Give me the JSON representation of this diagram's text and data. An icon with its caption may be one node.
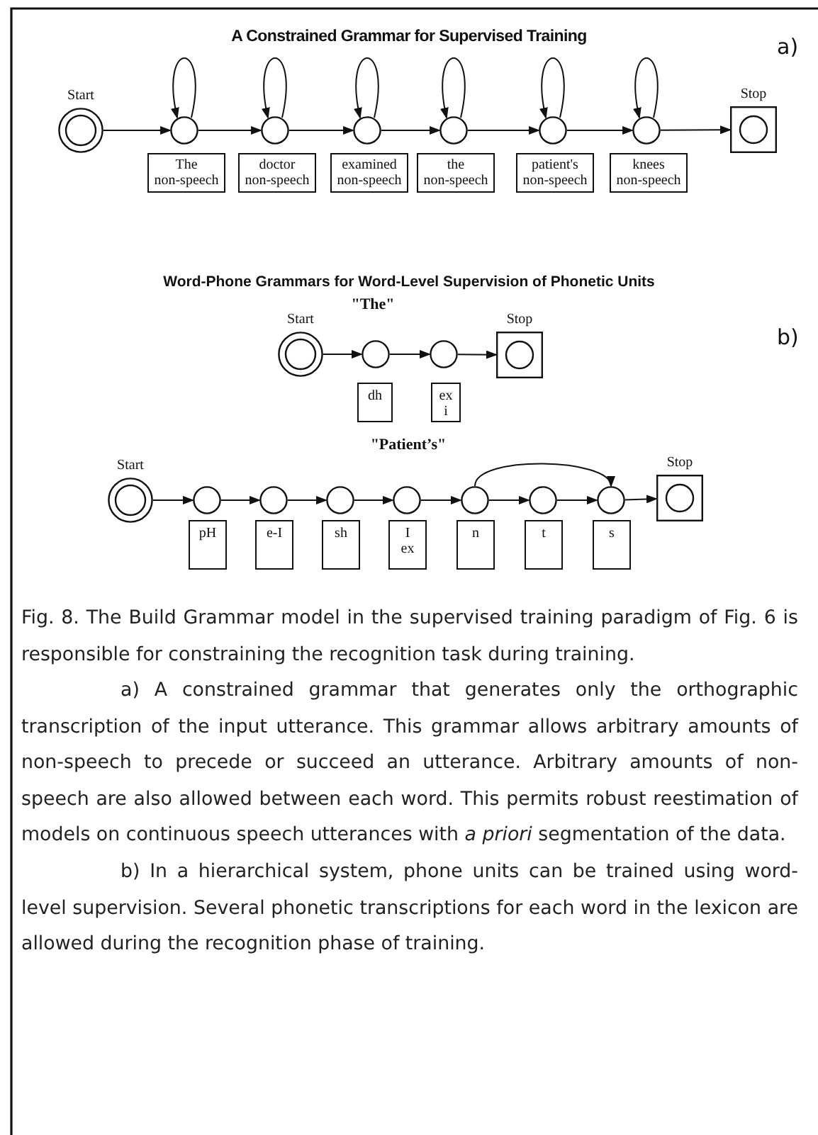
{
  "diagram": {
    "title": "A Constrained Grammar for Supervised Training",
    "caption": "Fig. 8. The Build Grammar model in the supervised training paradigm of Fig. 6 is responsible for constraining the recognition task during training.",
    "nodes": [
      {
        "text": [],
        "shape": "circle",
        "beside": [
          "Start"
        ]
      },
      {
        "text": [],
        "shape": "circle"
      },
      {
        "text": [],
        "shape": "circle"
      },
      {
        "text": [],
        "shape": "circle"
      },
      {
        "text": [],
        "shape": "circle"
      },
      {
        "text": [],
        "shape": "circle"
      },
      {
        "text": [],
        "shape": "circle"
      },
      {
        "text": [
          "The",
          "non-speech"
        ]
      },
      {
        "text": [
          "doctor",
          "non-speech"
        ]
      },
      {
        "text": [
          "examined",
          "non-speech"
        ]
      },
      {
        "text": [
          "the",
          "non-speech"
        ]
      },
      {
        "text": [
          "patient's",
          "non-speech"
        ]
      },
      {
        "text": [
          "knees",
          "non-speech"
        ]
      },
      {
        "text": [],
        "shape": "box",
        "beside": [
          "Stop"
        ]
      },
      {
        "text": [],
        "shape": "circle",
        "beside": [
          "Start"
        ]
      },
      {
        "text": [],
        "shape": "circle"
      },
      {
        "text": [],
        "shape": "circle"
      },
      {
        "text": [],
        "shape": "box",
        "beside": [
          "Stop"
        ]
      },
      {
        "text": [
          "dh"
        ]
      },
      {
        "text": [
          "ex",
          "i"
        ]
      },
      {
        "text": [],
        "shape": "circle",
        "beside": [
          "Start"
        ]
      },
      {
        "text": [],
        "shape": "circle"
      },
      {
        "text": [],
        "shape": "circle"
      },
      {
        "text": [],
        "shape": "circle"
      },
      {
        "text": [],
        "shape": "circle"
      },
      {
        "text": [],
        "shape": "circle"
      },
      {
        "text": [],
        "shape": "circle"
      },
      {
        "text": [],
        "shape": "circle"
      },
      {
        "text": [],
        "shape": "box",
        "beside": [
          "Stop"
        ]
      },
      {
        "text": [
          "pH"
        ]
      },
      {
        "text": [
          "e-I"
        ]
      },
      {
        "text": [
          "sh"
        ]
      },
      {
        "text": [
          "I",
          "ex"
        ]
      },
      {
        "text": [
          "n"
        ]
      },
      {
        "text": [
          "t"
        ]
      },
      {
        "text": [
          "s"
        ]
      }
    ],
    "edges": [
      {
        "from": 0,
        "to": 1,
        "arrow": "to"
      },
      {
        "from": 1,
        "to": 2,
        "arrow": "to"
      },
      {
        "from": 2,
        "to": 3,
        "arrow": "to"
      },
      {
        "from": 3,
        "to": 4,
        "arrow": "to"
      },
      {
        "from": 4,
        "to": 5,
        "arrow": "to"
      },
      {
        "from": 5,
        "to": 6,
        "arrow": "to"
      },
      {
        "from": 6,
        "to": 13,
        "arrow": "to"
      },
      {
        "from": 1,
        "to": 1,
        "arrow": "to"
      },
      {
        "from": 2,
        "to": 2,
        "arrow": "to"
      },
      {
        "from": 3,
        "to": 3,
        "arrow": "to"
      },
      {
        "from": 4,
        "to": 4,
        "arrow": "to"
      },
      {
        "from": 5,
        "to": 5,
        "arrow": "to"
      },
      {
        "from": 6,
        "to": 6,
        "arrow": "to"
      },
      {
        "from": 14,
        "to": 15,
        "arrow": "to"
      },
      {
        "from": 15,
        "to": 16,
        "arrow": "to"
      },
      {
        "from": 16,
        "to": 17,
        "arrow": "to"
      },
      {
        "from": 20,
        "to": 21,
        "arrow": "to"
      },
      {
        "from": 21,
        "to": 22,
        "arrow": "to"
      },
      {
        "from": 22,
        "to": 23,
        "arrow": "to"
      },
      {
        "from": 23,
        "to": 24,
        "arrow": "to"
      },
      {
        "from": 24,
        "to": 25,
        "arrow": "to"
      },
      {
        "from": 25,
        "to": 26,
        "arrow": "to"
      },
      {
        "from": 26,
        "to": 27,
        "arrow": "to"
      },
      {
        "from": 27,
        "to": 28,
        "arrow": "to"
      },
      {
        "from": 25,
        "to": 27,
        "arrow": "to"
      }
    ],
    "labels": [
      "a)",
      "Word-Phone Grammars for Word-Level Supervision of Phonetic Units",
      "\"The\"",
      "b)",
      "\"Patient’s\"",
      "a) A constrained grammar that generates only the orthographic transcription of the input utterance. This grammar allows arbitrary amounts of non-speech to precede or succeed an utterance. Arbitrary amounts of non-speech are also allowed between each word. This permits robust reestimation of models on continuous speech utterances with *a priori* segmentation of the data.",
      "b) In a hierarchical system, phone units can be trained using word-level supervision. Several phonetic transcriptions for each word in the lexicon are allowed during the recognition phase of training."
    ]
  }
}
